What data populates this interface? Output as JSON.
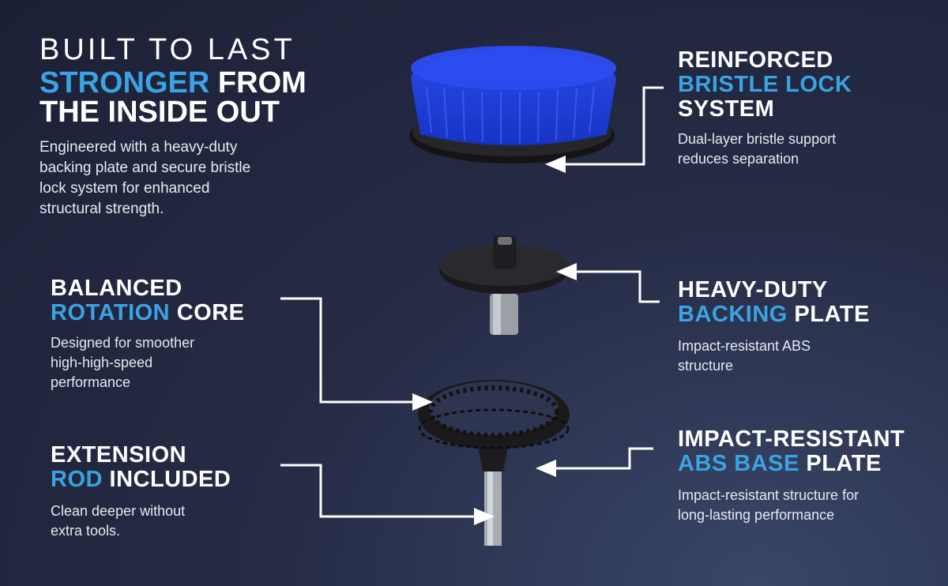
{
  "hero": {
    "line1": "BUILT TO LAST",
    "line2_blue": "STRONGER",
    "line2_white": "FROM",
    "line3": "THE INSIDE OUT",
    "body_lines": [
      "Engineered with a heavy-duty",
      "backing plate and secure bristle",
      "lock system for enhanced",
      "structural strength."
    ]
  },
  "features": {
    "bristle_lock": {
      "title_line1": "REINFORCED",
      "title_blue": "BRISTLE LOCK",
      "title_line3": "SYSTEM",
      "desc_lines": [
        "Dual-layer bristle support",
        "reduces separation"
      ]
    },
    "rotation_core": {
      "title_line1": "BALANCED",
      "title_blue": "ROTATION",
      "title_white": "CORE",
      "desc_lines": [
        "Designed for smoother",
        "high-high-speed",
        "performance"
      ]
    },
    "backing_plate": {
      "title_line1": "HEAVY-DUTY",
      "title_blue": "BACKING",
      "title_white": "PLATE",
      "desc_lines": [
        "Impact-resistant ABS",
        "structure"
      ]
    },
    "extension_rod": {
      "title_line1": "EXTENSION",
      "title_blue": "ROD",
      "title_white": "INCLUDED",
      "desc_lines": [
        "Clean deeper without",
        "extra tools."
      ]
    },
    "abs_base": {
      "title_line1": "IMPACT-RESISTANT",
      "title_blue": "ABS BASE",
      "title_white": "PLATE",
      "desc_lines": [
        "Impact-resistant structure for",
        "long-lasting performance"
      ]
    }
  },
  "colors": {
    "accent_blue": "#3aa3e3",
    "background": "#262c46",
    "bristle_blue": "#1f3fd6",
    "plastic_black": "#1a1a1c"
  },
  "images": {
    "brush_head": "blue-bristle-brush-head",
    "backing_plate": "black-backing-plate",
    "ring_base": "ridged-ring-base-with-hex-shaft"
  }
}
